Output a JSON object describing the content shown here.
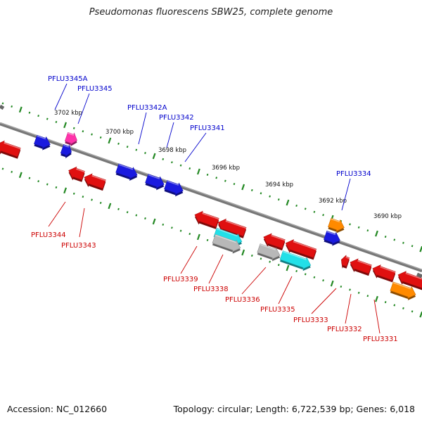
{
  "title": "Pseudomonas fluorescens SBW25, complete genome",
  "footer": {
    "accession": "Accession: NC_012660",
    "summary": "Topology: circular; Length: 6,722,539 bp; Genes: 6,018"
  },
  "colors": {
    "backbone": "#777777",
    "plus_strand": "#1a1adf",
    "minus_strand": "#e01010",
    "highlight_magenta": "#ff33aa",
    "highlight_cyan": "#22e0e8",
    "highlight_gray": "#b8b8b8",
    "highlight_orange": "#ff8a00",
    "tick_green": "#228822",
    "label_blue": "#0000cc",
    "label_red": "#cc0000"
  },
  "scale_labels": [
    "3702 kbp",
    "3700 kbp",
    "3698 kbp",
    "3696 kbp",
    "3694 kbp",
    "3692 kbp",
    "3690 kbp"
  ],
  "plus_genes": [
    "PFLU3345A",
    "PFLU3345",
    "PFLU3342A",
    "PFLU3342",
    "PFLU3341",
    "PFLU3334"
  ],
  "minus_genes": [
    "PFLU3344",
    "PFLU3343",
    "PFLU3339",
    "PFLU3338",
    "PFLU3336",
    "PFLU3335",
    "PFLU3333",
    "PFLU3332",
    "PFLU3331"
  ]
}
